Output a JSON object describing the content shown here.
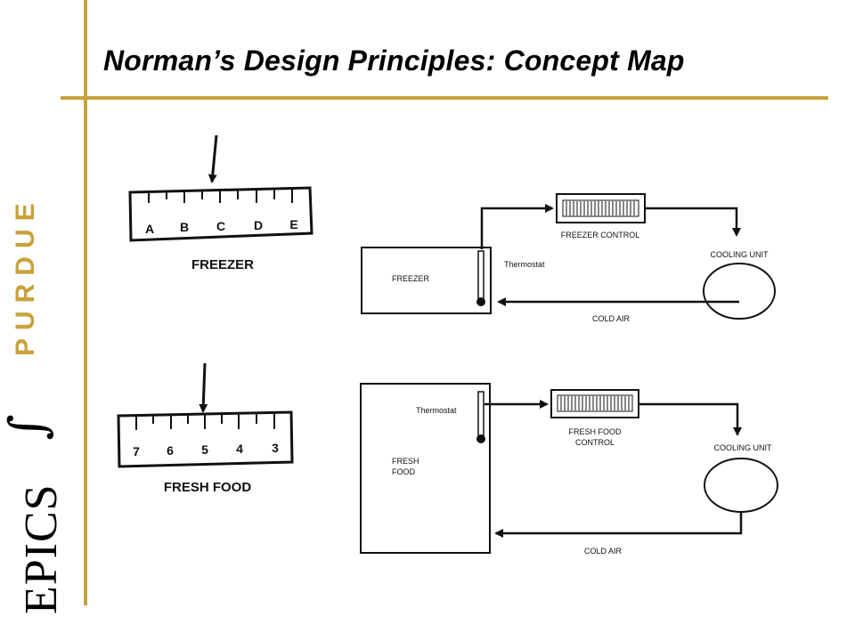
{
  "slide": {
    "title": "Norman’s Design Principles: Concept Map"
  },
  "branding": {
    "purdue": "PURDUE",
    "symbol": "∫",
    "epics": "EPICS",
    "accent_color": "#c8a23c"
  },
  "freezer_dial": {
    "letters": [
      "A",
      "B",
      "C",
      "D",
      "E"
    ],
    "label": "FREEZER"
  },
  "fresh_food_dial": {
    "numbers": [
      "7",
      "6",
      "5",
      "4",
      "3"
    ],
    "label": "FRESH FOOD"
  },
  "freezer_system": {
    "compartment": "FREEZER",
    "thermostat": "Thermostat",
    "control": "FREEZER CONTROL",
    "cooling_unit": "COOLING UNIT",
    "cold_air": "COLD AIR"
  },
  "fresh_food_system": {
    "thermostat": "Thermostat",
    "compartment_line1": "FRESH",
    "compartment_line2": "FOOD",
    "control_line1": "FRESH FOOD",
    "control_line2": "CONTROL",
    "cooling_unit": "COOLING UNIT",
    "cold_air": "COLD AIR"
  }
}
